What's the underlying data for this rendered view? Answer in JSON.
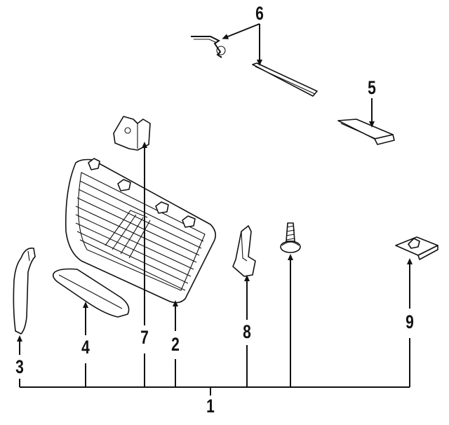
{
  "diagram": {
    "callouts": [
      {
        "id": "1",
        "label": "1"
      },
      {
        "id": "2",
        "label": "2"
      },
      {
        "id": "3",
        "label": "3"
      },
      {
        "id": "4",
        "label": "4"
      },
      {
        "id": "5",
        "label": "5"
      },
      {
        "id": "6",
        "label": "6"
      },
      {
        "id": "7",
        "label": "7"
      },
      {
        "id": "8",
        "label": "8"
      },
      {
        "id": "9",
        "label": "9"
      }
    ],
    "parts": [
      {
        "callout": "2",
        "depicts": "grille-assembly"
      },
      {
        "callout": "3",
        "depicts": "side-molding"
      },
      {
        "callout": "4",
        "depicts": "lower-molding"
      },
      {
        "callout": "5",
        "depicts": "seal-pad"
      },
      {
        "callout": "6",
        "depicts": "wire-clip-and-strip"
      },
      {
        "callout": "7",
        "depicts": "bracket-clip"
      },
      {
        "callout": "8",
        "depicts": "mounting-bracket"
      },
      {
        "callout": "9",
        "depicts": "nut-clip"
      },
      {
        "callout": "unlabeled",
        "depicts": "screw"
      }
    ]
  }
}
